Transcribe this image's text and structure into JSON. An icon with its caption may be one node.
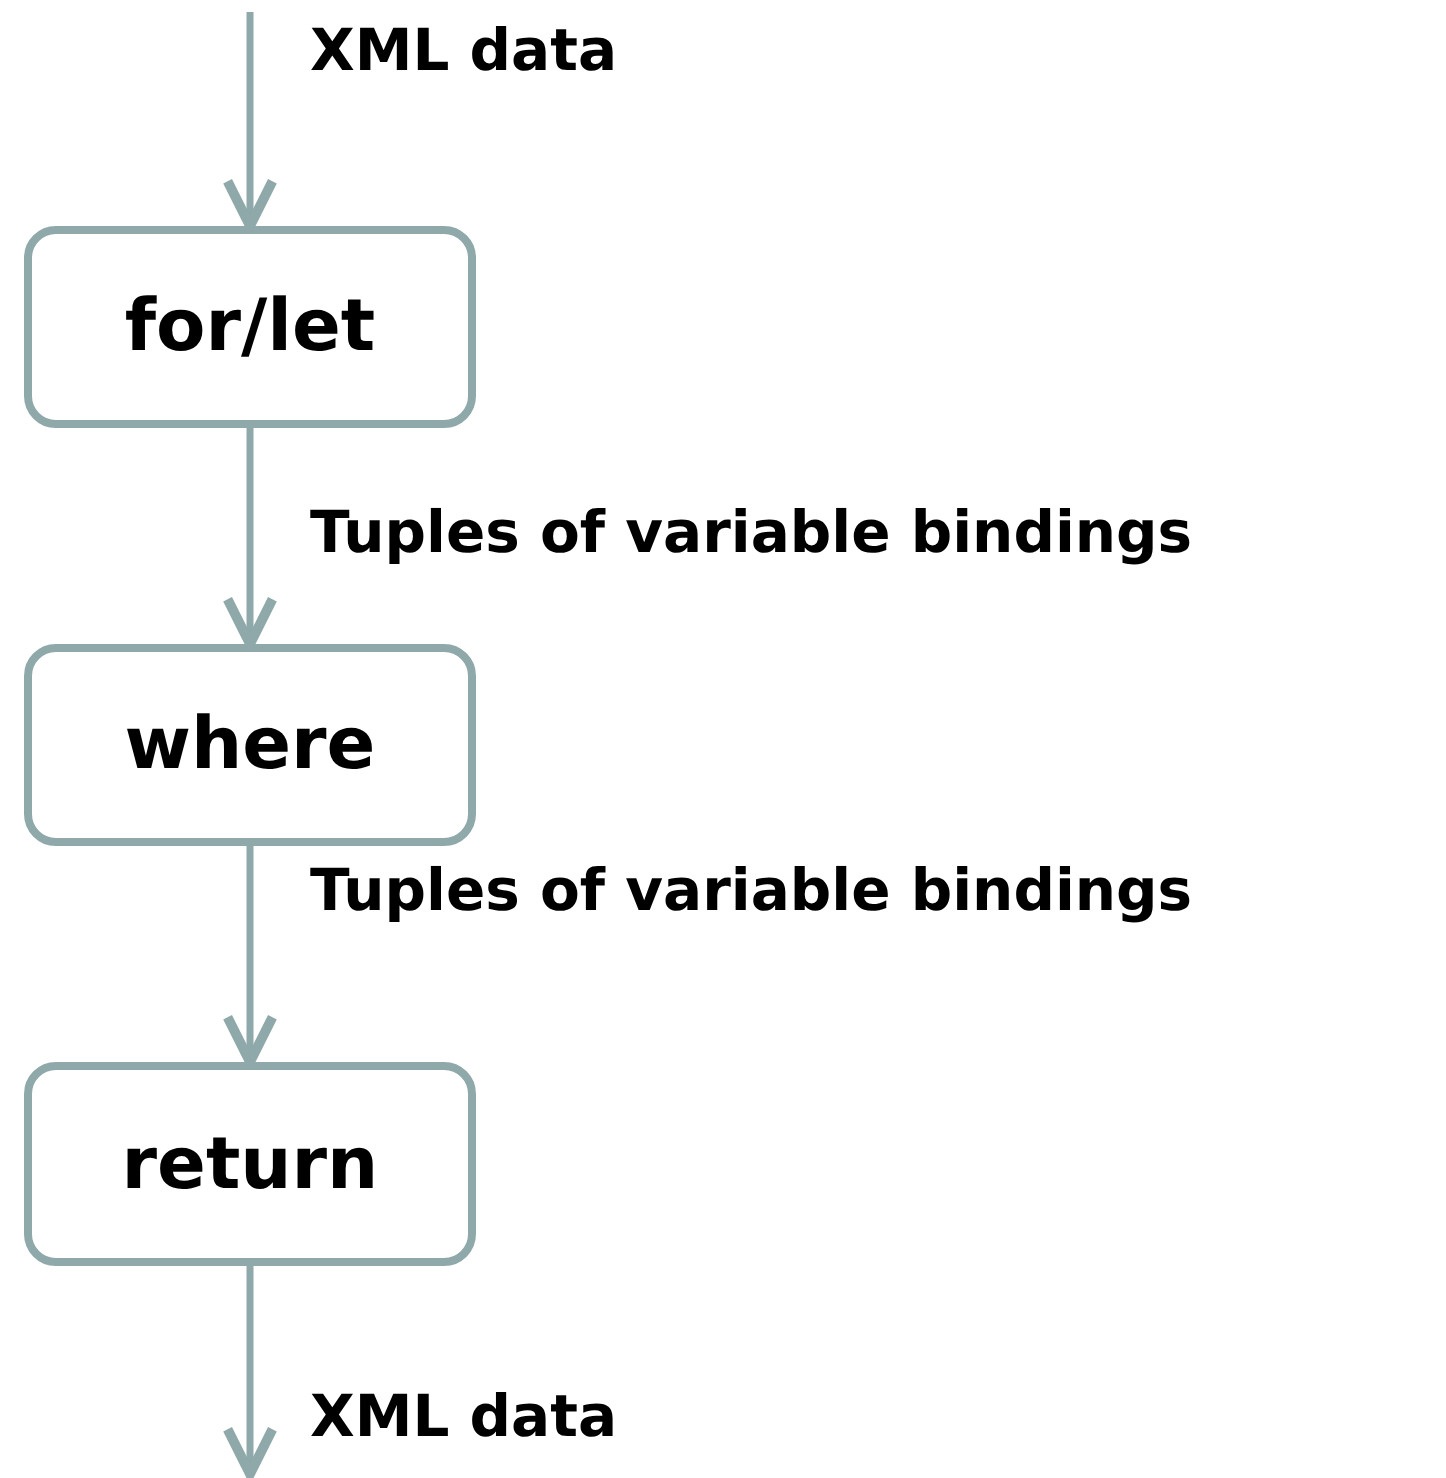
{
  "diagram": {
    "nodes": [
      {
        "text": [
          "for/let"
        ]
      },
      {
        "text": [
          "where"
        ]
      },
      {
        "text": [
          "return"
        ]
      }
    ],
    "edges": [
      {
        "from": null,
        "to": 0,
        "arrow": "to",
        "label": "XML data"
      },
      {
        "from": 0,
        "to": 1,
        "arrow": "to",
        "label": "Tuples of variable bindings"
      },
      {
        "from": 1,
        "to": 2,
        "arrow": "to",
        "label": "Tuples of variable bindings"
      },
      {
        "from": 2,
        "to": null,
        "arrow": "to",
        "label": "XML data"
      }
    ]
  }
}
